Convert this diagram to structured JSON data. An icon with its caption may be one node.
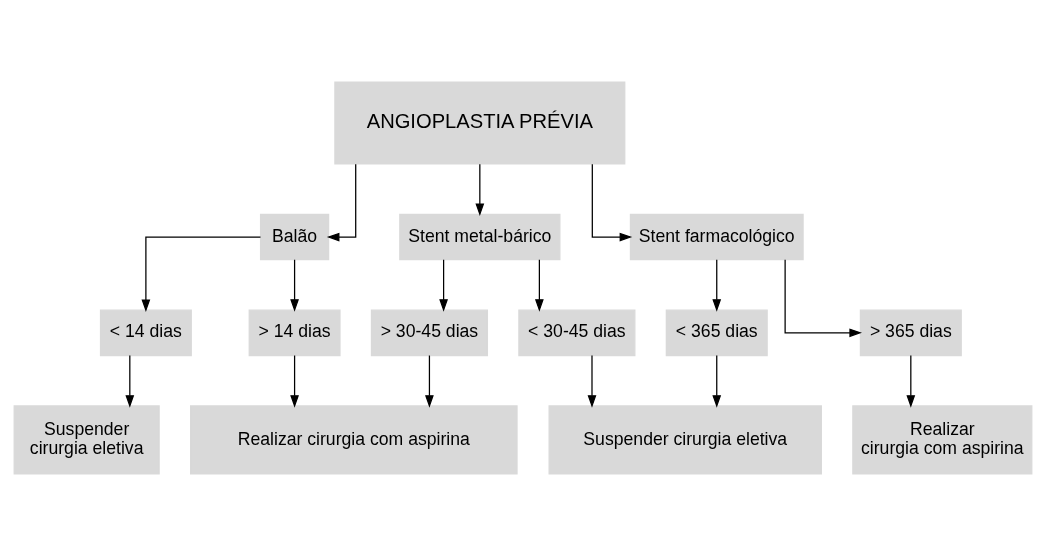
{
  "diagram": {
    "nodes": [
      {
        "text": [
          "ANGIOPLASTIA PRÉVIA"
        ]
      },
      {
        "text": [
          "Balão"
        ]
      },
      {
        "text": [
          "Stent metal-bárico"
        ]
      },
      {
        "text": [
          "Stent farmacológico"
        ]
      },
      {
        "text": [
          "< 14 dias"
        ]
      },
      {
        "text": [
          "> 14 dias"
        ]
      },
      {
        "text": [
          "> 30-45 dias"
        ]
      },
      {
        "text": [
          "< 30-45 dias"
        ]
      },
      {
        "text": [
          "< 365 dias"
        ]
      },
      {
        "text": [
          "> 365 dias"
        ]
      },
      {
        "text": [
          "Suspender cirurgia eletiva"
        ]
      },
      {
        "text": [
          "Realizar cirurgia com aspirina"
        ]
      },
      {
        "text": [
          "Suspender cirurgia eletiva"
        ]
      },
      {
        "text": [
          "Realizar cirurgia com aspirina"
        ]
      }
    ],
    "edges": [
      {
        "from": 0,
        "to": 1,
        "arrow": "to"
      },
      {
        "from": 0,
        "to": 2,
        "arrow": "to"
      },
      {
        "from": 0,
        "to": 3,
        "arrow": "to"
      },
      {
        "from": 1,
        "to": 4,
        "arrow": "to"
      },
      {
        "from": 1,
        "to": 5,
        "arrow": "to"
      },
      {
        "from": 2,
        "to": 6,
        "arrow": "to"
      },
      {
        "from": 2,
        "to": 7,
        "arrow": "to"
      },
      {
        "from": 3,
        "to": 8,
        "arrow": "to"
      },
      {
        "from": 3,
        "to": 9,
        "arrow": "to"
      },
      {
        "from": 4,
        "to": 10,
        "arrow": "to"
      },
      {
        "from": 5,
        "to": 11,
        "arrow": "to"
      },
      {
        "from": 6,
        "to": 11,
        "arrow": "to"
      },
      {
        "from": 7,
        "to": 12,
        "arrow": "to"
      },
      {
        "from": 8,
        "to": 12,
        "arrow": "to"
      },
      {
        "from": 9,
        "to": 13,
        "arrow": "to"
      }
    ]
  }
}
